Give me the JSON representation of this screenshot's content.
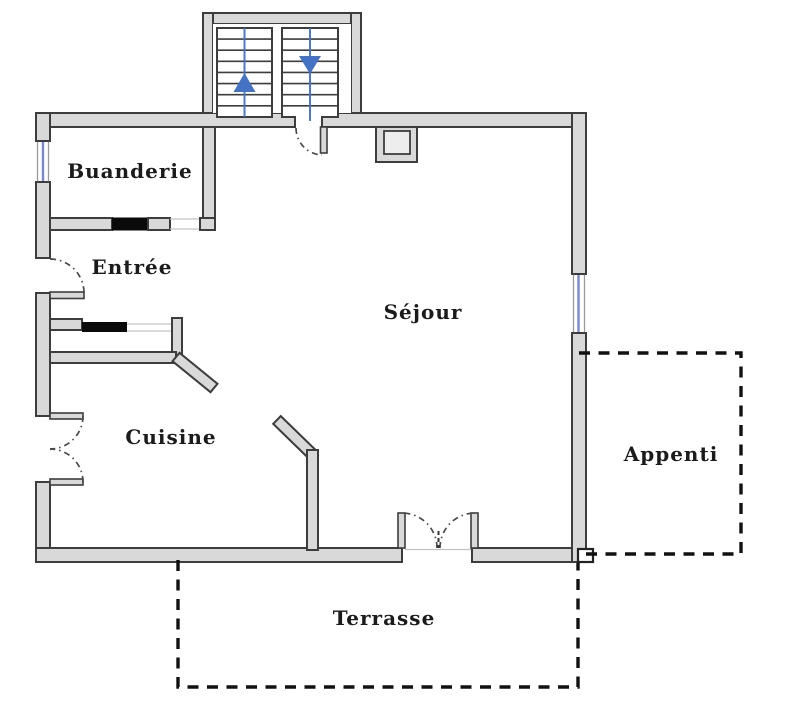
{
  "rooms": {
    "buanderie": {
      "label": "Buanderie"
    },
    "entree": {
      "label": "Entrée"
    },
    "cuisine": {
      "label": "Cuisine"
    },
    "sejour": {
      "label": "Séjour"
    },
    "appenti": {
      "label": "Appenti"
    },
    "terrasse": {
      "label": "Terrasse"
    }
  },
  "stairs": {
    "flights": 2,
    "up_arrow_icon": "▲",
    "down_arrow_icon": "▼"
  },
  "features": {
    "windows": 2,
    "door_swings": 5,
    "dashed_zones": [
      "Appenti",
      "Terrasse"
    ]
  },
  "colors": {
    "background": "#ffffff",
    "wall_fill": "#d9d9d9",
    "wall_stroke": "#3d3d3d",
    "stair_blue": "#4472c4",
    "window_blue": "#7b87cf",
    "dashed_line": "#111111",
    "black_marker": "#0a0a0a",
    "label_text": "#1b1b1b"
  }
}
